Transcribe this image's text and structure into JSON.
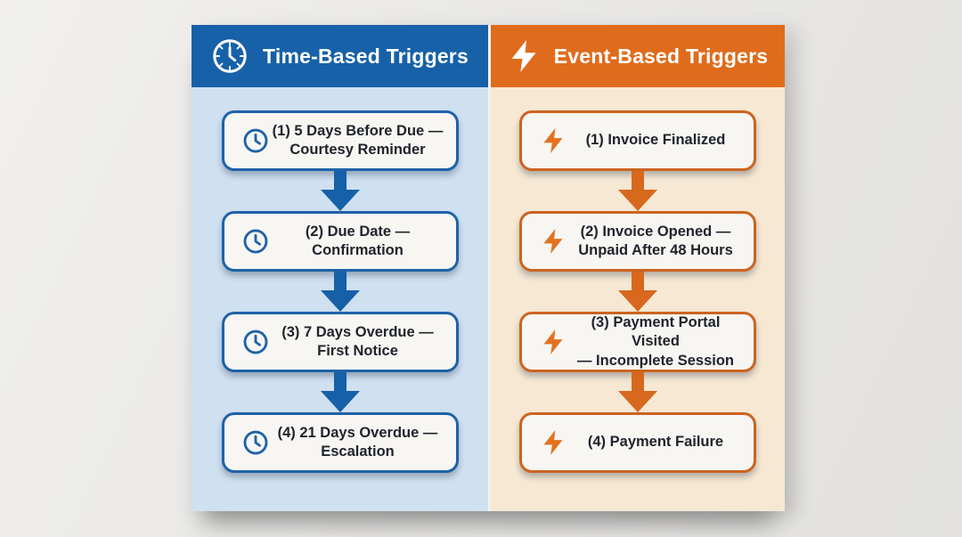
{
  "colors": {
    "time_header_bg": "#1761a8",
    "time_panel_bg": "#cfe0f1",
    "time_accent": "#1e62a8",
    "event_header_bg": "#df6c1c",
    "event_panel_bg": "#f6e8d3",
    "event_accent": "#cc6420",
    "box_bg": "#f7f6f3",
    "text": "#20242b",
    "page_bg": "#eae9e7"
  },
  "columns": [
    {
      "header": {
        "label": "Time-Based Triggers",
        "icon": "clock-face-icon"
      },
      "steps": [
        {
          "line1": "(1) 5 Days Before Due —",
          "line2": "Courtesy Reminder"
        },
        {
          "line1": "(2) Due Date —",
          "line2": "Confirmation"
        },
        {
          "line1": "(3) 7 Days Overdue —",
          "line2": "First Notice"
        },
        {
          "line1": "(4) 21 Days Overdue —",
          "line2": "Escalation"
        }
      ]
    },
    {
      "header": {
        "label": "Event-Based Triggers",
        "icon": "lightning-icon"
      },
      "steps": [
        {
          "line1": "(1) Invoice Finalized",
          "line2": ""
        },
        {
          "line1": "(2) Invoice Opened —",
          "line2": "Unpaid After 48 Hours"
        },
        {
          "line1": "(3) Payment Portal Visited",
          "line2": "— Incomplete Session"
        },
        {
          "line1": "(4) Payment Failure",
          "line2": ""
        }
      ]
    }
  ]
}
